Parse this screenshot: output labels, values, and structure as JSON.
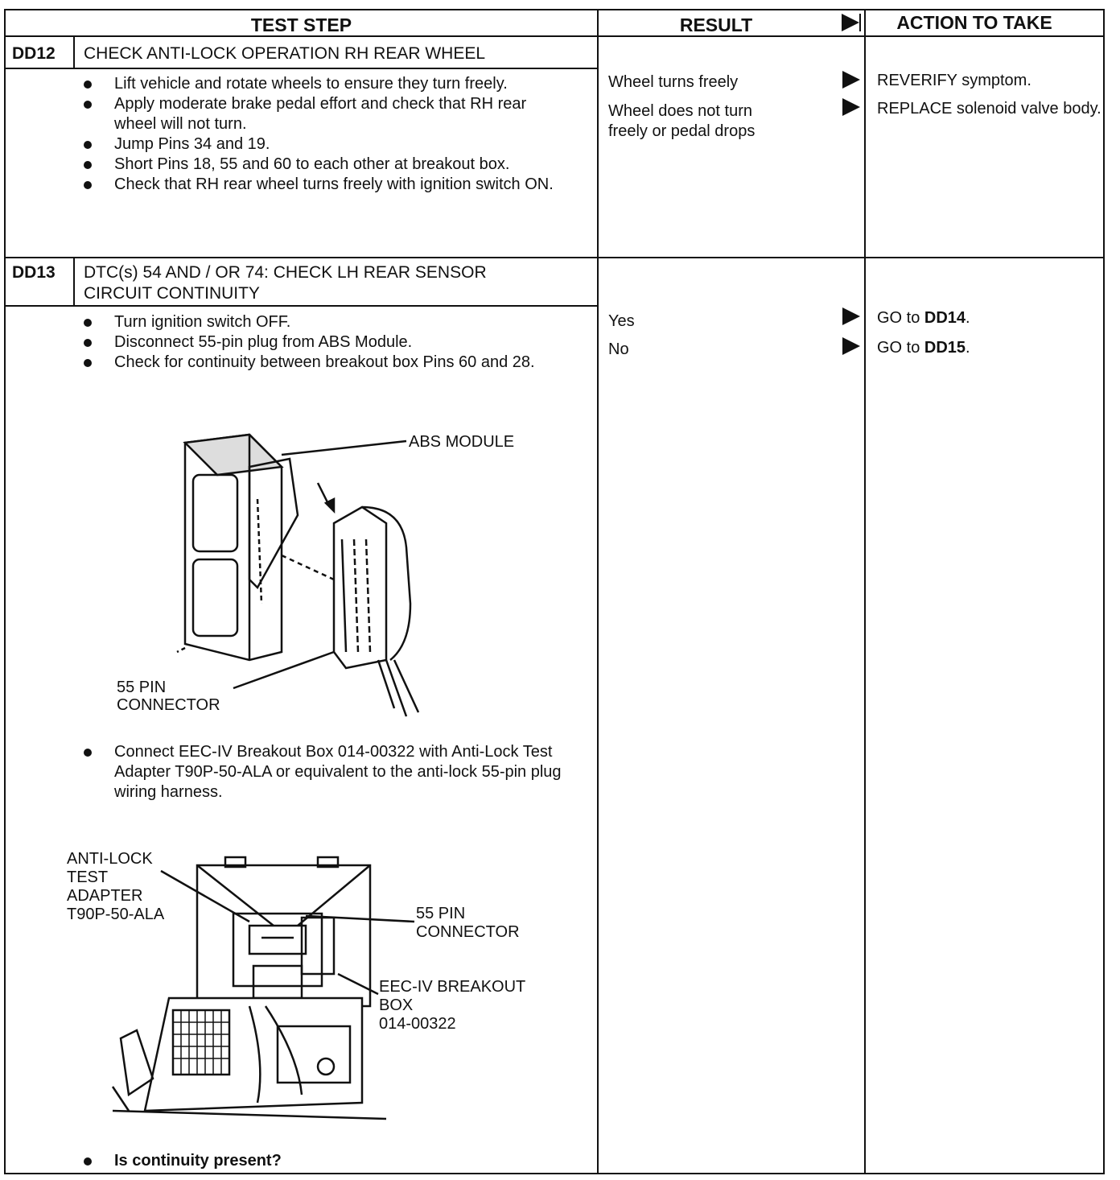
{
  "header": {
    "test_step": "TEST STEP",
    "result": "RESULT",
    "action": "ACTION TO TAKE"
  },
  "dd12": {
    "code": "DD12",
    "title": "CHECK ANTI-LOCK OPERATION RH REAR WHEEL",
    "steps": [
      "Lift vehicle and rotate wheels to ensure they turn freely.",
      "Apply moderate brake pedal effort and check that RH rear wheel will not turn.",
      "Jump Pins 34 and 19.",
      "Short Pins 18, 55 and 60 to each other at breakout box.",
      "Check that RH rear wheel turns freely with ignition switch ON."
    ],
    "results": [
      "Wheel turns freely",
      "Wheel does not turn freely or pedal drops"
    ],
    "actions": [
      "REVERIFY symptom.",
      "REPLACE solenoid valve body."
    ]
  },
  "dd13": {
    "code": "DD13",
    "title": "DTC(s) 54 AND / OR 74: CHECK LH REAR SENSOR CIRCUIT CONTINUITY",
    "steps": [
      "Turn ignition switch OFF.",
      "Disconnect 55-pin plug from ABS Module.",
      "Check for continuity between breakout box Pins 60 and 28."
    ],
    "step_connect": "Connect EEC-IV Breakout Box 014-00322 with Anti-Lock Test Adapter T90P-50-ALA or equivalent to the anti-lock 55-pin plug wiring harness.",
    "question": "Is continuity present?",
    "results": [
      "Yes",
      "No"
    ],
    "actions": [
      {
        "prefix": "GO to ",
        "target": "DD14",
        "suffix": "."
      },
      {
        "prefix": "GO to ",
        "target": "DD15",
        "suffix": "."
      }
    ],
    "figure1": {
      "module_label": "ABS MODULE",
      "connector_label_1": "55 PIN",
      "connector_label_2": "CONNECTOR"
    },
    "figure2": {
      "adapter_label": [
        "ANTI-LOCK",
        "TEST",
        "ADAPTER",
        "T90P-50-ALA"
      ],
      "connector_label": [
        "55 PIN",
        "CONNECTOR"
      ],
      "box_label": [
        "EEC-IV BREAKOUT",
        "BOX",
        "014-00322"
      ]
    }
  }
}
